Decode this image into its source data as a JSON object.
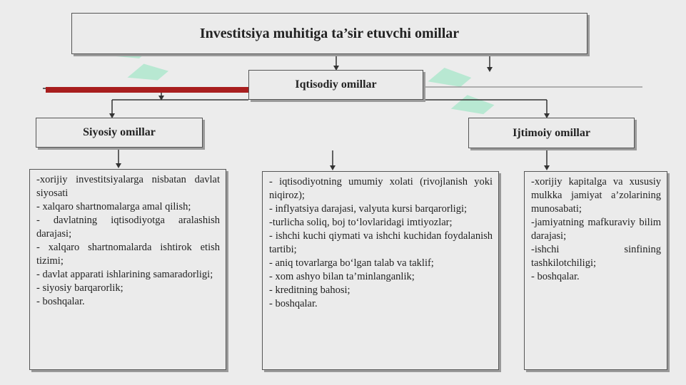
{
  "title": "Investitsiya muhitiga ta’sir etuvchi omillar",
  "economic": {
    "label": "Iqtisodiy omillar",
    "items": [
      "- iqtisodiyotning umumiy xolati (rivojlanish yoki niqiroz);",
      "- inflyatsiya darajasi, valyuta kursi barqarorligi;",
      "-turlicha soliq, boj to‘lovlaridagi imtiyozlar;",
      "- ishchi kuchi qiymati va ishchi kuchidan foydalanish tartibi;",
      "- aniq tovarlarga bo‘lgan talab va taklif;",
      "- xom ashyo bilan ta’minlanganlik;",
      "- kreditning bahosi;",
      "- boshqalar."
    ]
  },
  "political": {
    "label": "Siyosiy omillar",
    "items": [
      "-xorijiy investitsiyalarga nisbatan davlat siyosati",
      "- xalqaro shartnomalarga amal qilish;",
      "- davlatning iqtisodiyotga aralashish darajasi;",
      "- xalqaro shartnomalarda ishtirok etish tizimi;",
      "- davlat apparati ishlarining samaradorligi;",
      "- siyosiy barqarorlik;",
      "- boshqalar."
    ]
  },
  "social": {
    "label": "Ijtimoiy omillar",
    "items": [
      "-xorijiy kapitalga va xususiy mulkka jamiyat a’zolarining munosabati;",
      "-jamiyatning mafkuraviy bilim darajasi;",
      "-ishchi sinfining tashkilotchiligi;",
      "- boshqalar."
    ]
  },
  "colors": {
    "red_bar": "#a81e1e",
    "watermark": "#7ee0b0"
  }
}
